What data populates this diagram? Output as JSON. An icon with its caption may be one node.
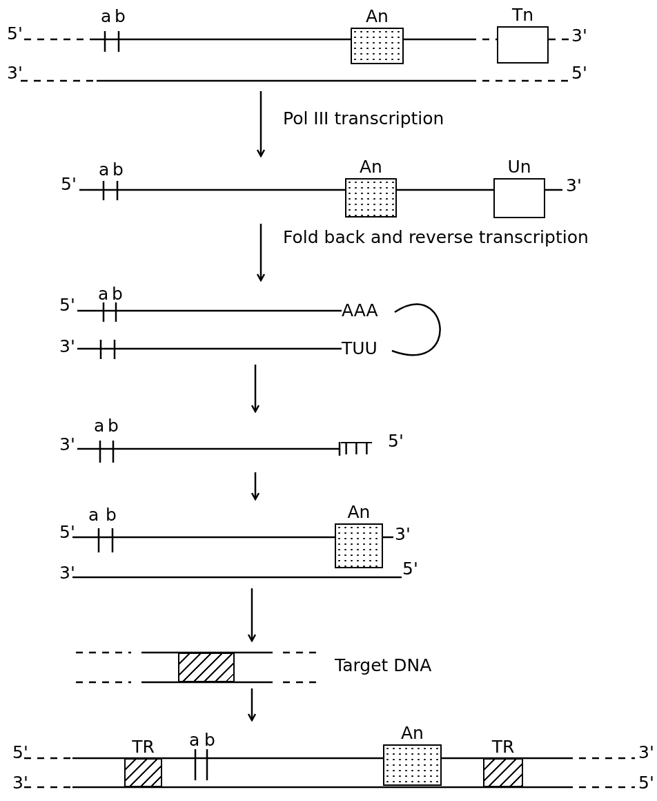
{
  "diagram": {
    "nodes": [
      {
        "text": [
          "5'",
          "a",
          "b",
          "3'",
          "3'",
          "5'"
        ]
      },
      {
        "text": [
          "An"
        ],
        "in": 0
      },
      {
        "text": [
          "Tn"
        ],
        "in": 0
      },
      {
        "text": [
          "5'",
          "a",
          "b",
          "3'"
        ]
      },
      {
        "text": [
          "An"
        ],
        "in": 3
      },
      {
        "text": [
          "Un"
        ],
        "in": 3
      },
      {
        "text": [
          "5'",
          "a",
          "b",
          "AAA",
          "3'",
          "TUU"
        ]
      },
      {
        "text": [
          "3'",
          "a",
          "b",
          "TTT",
          "5'"
        ]
      },
      {
        "text": [
          "5'",
          "a",
          "b",
          "3'",
          "3'",
          "5'"
        ]
      },
      {
        "text": [
          "An"
        ],
        "in": 8
      },
      {
        "text": [],
        "shape": "picture",
        "beside": [
          "Target DNA"
        ]
      },
      {
        "text": [],
        "shape": "box",
        "in": 10
      },
      {
        "text": [
          "5'",
          "a",
          "b",
          "3'",
          "3'",
          "5'"
        ]
      },
      {
        "text": [
          "TR"
        ],
        "in": 12
      },
      {
        "text": [
          "An"
        ],
        "in": 12
      },
      {
        "text": [
          "TR"
        ],
        "in": 12
      }
    ],
    "edges": [
      {
        "from": 0,
        "to": 3,
        "arrow": "to",
        "label": "Pol III transcription"
      },
      {
        "from": 3,
        "to": 6,
        "arrow": "to",
        "label": "Fold back and reverse transcription"
      },
      {
        "from": 6,
        "to": 7,
        "arrow": "to"
      },
      {
        "from": 7,
        "to": 8,
        "arrow": "to"
      },
      {
        "from": 8,
        "to": 10,
        "arrow": "to"
      },
      {
        "from": 10,
        "to": 12,
        "arrow": "to"
      }
    ]
  }
}
